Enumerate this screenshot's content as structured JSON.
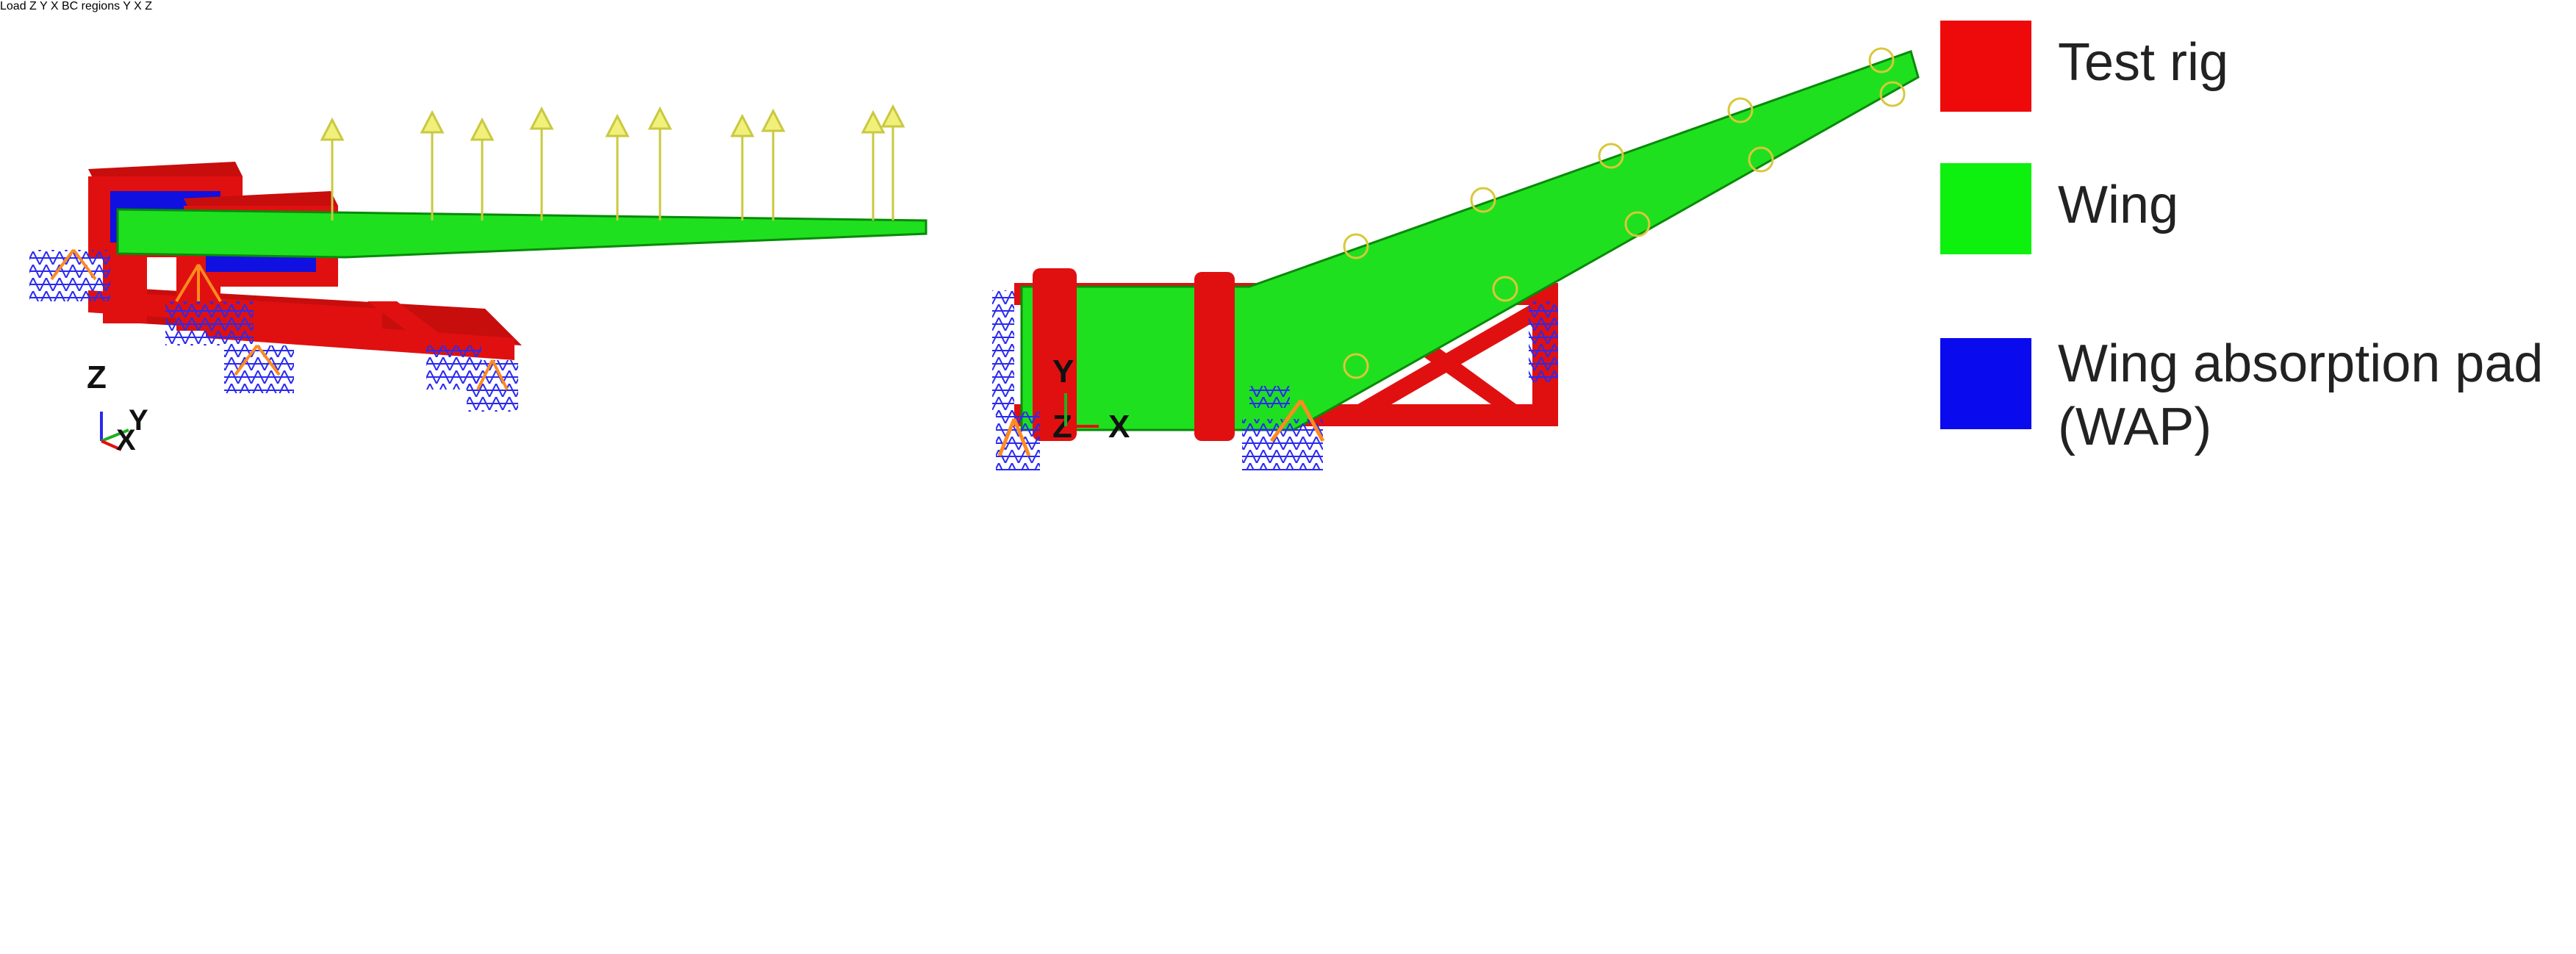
{
  "legend": {
    "items": [
      {
        "label": "Test rig",
        "color": "#ee0a0a"
      },
      {
        "label": "Wing",
        "color": "#0ef00e"
      },
      {
        "label": "Wing absorption pad\n(WAP)",
        "color": "#0a0aee"
      }
    ]
  },
  "annotations": {
    "load": "Load",
    "bc_regions": "BC regions"
  },
  "triads": {
    "iso": {
      "vertical": "Z",
      "horizontal": "Y",
      "third": "X"
    },
    "top": {
      "vertical": "Y",
      "horizontal": "X",
      "third": "Z"
    },
    "side": {
      "vertical": "Z",
      "horizontal": "X",
      "third": "Y"
    },
    "bottom": {
      "vertical": "Y",
      "horizontal": "X",
      "third": "Z"
    }
  },
  "colors": {
    "rig": "#e01010",
    "wing": "#1fe01f",
    "wing_dark": "#11a011",
    "pad": "#1010e0",
    "load_marker": "#e6e65a",
    "bc_marker": "#ff8a1f",
    "bc_mesh": "#2a2af0",
    "arrow": "#000000"
  }
}
